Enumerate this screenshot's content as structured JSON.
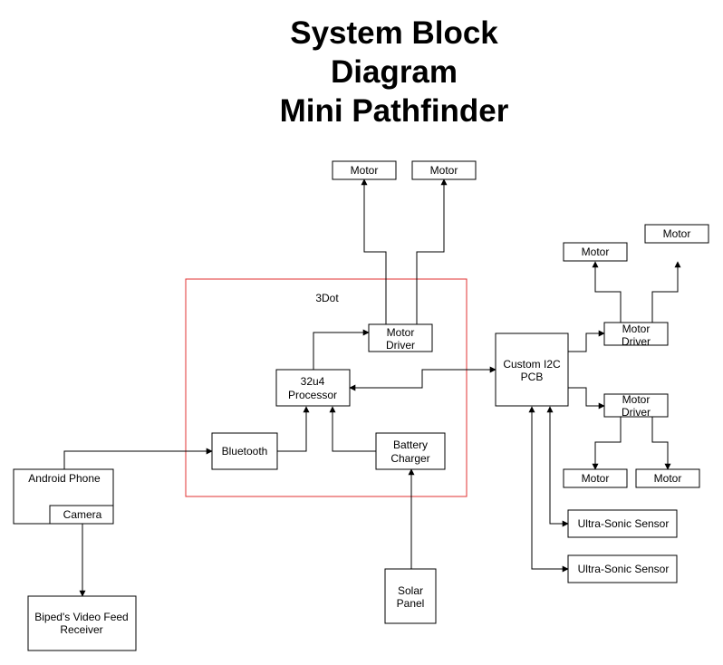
{
  "title": {
    "line1": "System Block",
    "line2": "Diagram",
    "line3": "Mini Pathfinder"
  },
  "colors": {
    "container_border": "#e03030",
    "line": "#000000",
    "text": "#000000",
    "background": "#ffffff"
  },
  "container": {
    "label": "3Dot"
  },
  "blocks": {
    "motor_top_left": {
      "line1": "Motor"
    },
    "motor_top_right": {
      "line1": "Motor"
    },
    "motor_driver_3dot": {
      "line1": "Motor",
      "line2": "Driver"
    },
    "processor": {
      "line1": "32u4",
      "line2": "Processor"
    },
    "bluetooth": {
      "line1": "Bluetooth"
    },
    "battery_charger": {
      "line1": "Battery",
      "line2": "Charger"
    },
    "android_phone": {
      "line1": "Android Phone"
    },
    "camera": {
      "line1": "Camera"
    },
    "video_receiver": {
      "line1": "Biped's Video Feed",
      "line2": "Receiver"
    },
    "solar_panel": {
      "line1": "Solar",
      "line2": "Panel"
    },
    "custom_pcb": {
      "line1": "Custom I2C",
      "line2": "PCB"
    },
    "motor_driver_upper": {
      "line1": "Motor",
      "line2": "Driver"
    },
    "motor_driver_lower": {
      "line1": "Motor",
      "line2": "Driver"
    },
    "motor_right_1": {
      "line1": "Motor"
    },
    "motor_right_2": {
      "line1": "Motor"
    },
    "motor_right_3": {
      "line1": "Motor"
    },
    "motor_right_4": {
      "line1": "Motor"
    },
    "ultrasonic_1": {
      "line1": "Ultra-Sonic Sensor"
    },
    "ultrasonic_2": {
      "line1": "Ultra-Sonic Sensor"
    }
  }
}
